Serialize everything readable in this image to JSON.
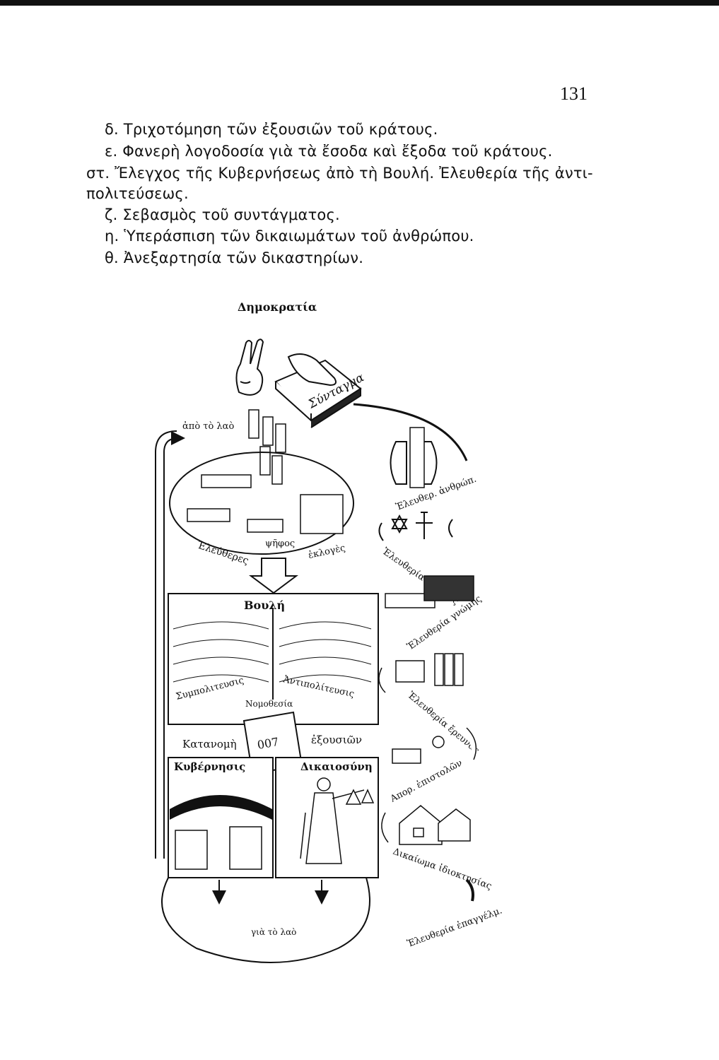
{
  "page_number": "131",
  "list_items": [
    {
      "text": "δ. Τριχοτόμηση τῶν ἐξουσιῶν τοῦ κράτους."
    },
    {
      "text": "ε. Φανερὴ λογοδοσία γιὰ τὰ ἔσοδα καὶ ἔξοδα τοῦ κράτους."
    },
    {
      "text": "στ. Ἔλεγχος τῆς Κυβερνήσεως ἀπὸ τὴ Βουλή. Ἐλευθερία τῆς ἀντι-"
    },
    {
      "text": "πολιτεύσεως."
    },
    {
      "text": "ζ. Σεβασμὸς τοῦ συντάγματος."
    },
    {
      "text": "η. Ὑπεράσπιση τῶν δικαιωμάτων τοῦ ἀνθρώπου."
    },
    {
      "text": "θ. Ἀνεξαρτησία τῶν δικαστηρίων."
    }
  ],
  "figure": {
    "caption": "Δημοκρατία",
    "labels": {
      "constitution": "Σύνταγμα",
      "from_people": "ἀπὸ τὸ λαὸ",
      "free": "Ἐλεύθερες",
      "vote": "ψῆφος",
      "elections": "ἐκλογὲς",
      "parliament": "Βουλή",
      "government_party": "Συμπολιτευσις",
      "opposition": "Ἀντιπολίτευσις",
      "legislation": "Νομοθεσία",
      "distribution": "Κατανομὴ",
      "powers": "ἐξουσιῶν",
      "government": "Κυβέρνησις",
      "justice": "Δικαιοσύνη",
      "to_people": "γιὰ τὸ λαὸ",
      "stamp": "007",
      "person_freedom": "Ἐλευθερ. ἀνθρώπ.",
      "faith_freedom": "Ἐλευθερία πίστεως",
      "opinion_freedom": "Ἐλευθερία γνώμης",
      "research_freedom": "Ἐλευθερία ἔρευνας",
      "letters": "Απορ. ἐπιστολῶν",
      "property": "Δικαίωμα ἰδιοκτησίας",
      "profession_freedom": "Ἐλευθερία ἐπαγγέλμ."
    }
  }
}
